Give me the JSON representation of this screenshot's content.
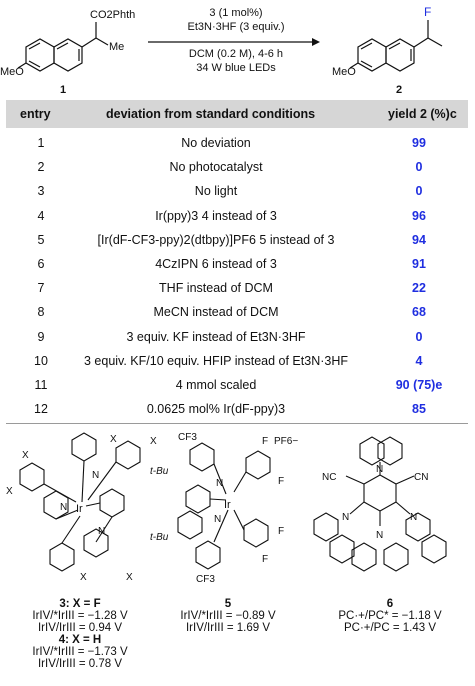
{
  "scheme": {
    "reactant_substituent_top": "CO2Phth",
    "reactant_methyl": "Me",
    "reactant_methoxy": "MeO",
    "reactant_label": "1",
    "product_fluoro": "F",
    "product_methoxy": "MeO",
    "product_label": "2",
    "conditions": [
      "3 (1 mol%)",
      "Et3N·3HF (3 equiv.)",
      "DCM (0.2 M), 4-6 h",
      "34 W blue LEDs"
    ]
  },
  "table": {
    "headers": [
      "entry",
      "deviation from standard conditions",
      "yield 2 (%)c"
    ],
    "rows": [
      {
        "entry": "1",
        "deviation": "No deviation",
        "yield": "99"
      },
      {
        "entry": "2",
        "deviation": "No photocatalyst",
        "yield": "0"
      },
      {
        "entry": "3",
        "deviation": "No light",
        "yield": "0"
      },
      {
        "entry": "4",
        "deviation": "Ir(ppy)3 4 instead of 3",
        "yield": "96"
      },
      {
        "entry": "5",
        "deviation": "[Ir(dF-CF3-ppy)2(dtbpy)]PF6 5 instead of 3",
        "yield": "94"
      },
      {
        "entry": "6",
        "deviation": "4CzIPN 6 instead of 3",
        "yield": "91"
      },
      {
        "entry": "7",
        "deviation": "THF instead of DCM",
        "yield": "22"
      },
      {
        "entry": "8",
        "deviation": "MeCN instead of DCM",
        "yield": "68"
      },
      {
        "entry": "9",
        "deviation": "3 equiv. KF instead of Et3N·3HF",
        "yield": "0"
      },
      {
        "entry": "10",
        "deviation": "3 equiv. KF/10 equiv. HFIP instead of Et3N·3HF",
        "yield": "4"
      },
      {
        "entry": "11",
        "deviation": "4 mmol scaled",
        "yield": "90 (75)e"
      },
      {
        "entry": "12",
        "deviation": "0.0625 mol% Ir(dF-ppy)3",
        "yield": "85"
      }
    ]
  },
  "catalysts": {
    "cat3": {
      "label": "3: X = F",
      "line1": "IrIV/*IrIII = −1.28 V",
      "line2": "IrIV/IrIII = 0.94 V",
      "label_b": "4: X = H",
      "line3": "IrIV/*IrIII = −1.73 V",
      "line4": "IrIV/IrIII = 0.78 V",
      "atoms": {
        "x": "X",
        "n": "N",
        "ir": "Ir"
      }
    },
    "cat5": {
      "label": "5",
      "line1": "IrIV/*IrIII = −0.89 V",
      "line2": "IrIV/IrIII = 1.69 V",
      "atoms": {
        "cf3": "CF3",
        "tbu": "t-Bu",
        "f": "F",
        "pf6": "PF6−",
        "n": "N",
        "ir": "Ir"
      }
    },
    "cat6": {
      "label": "6",
      "line1": "PC·+/PC* = −1.18 V",
      "line2": "PC·+/PC = 1.43 V",
      "atoms": {
        "cn": "NC",
        "cn2": "CN",
        "n": "N"
      }
    }
  }
}
